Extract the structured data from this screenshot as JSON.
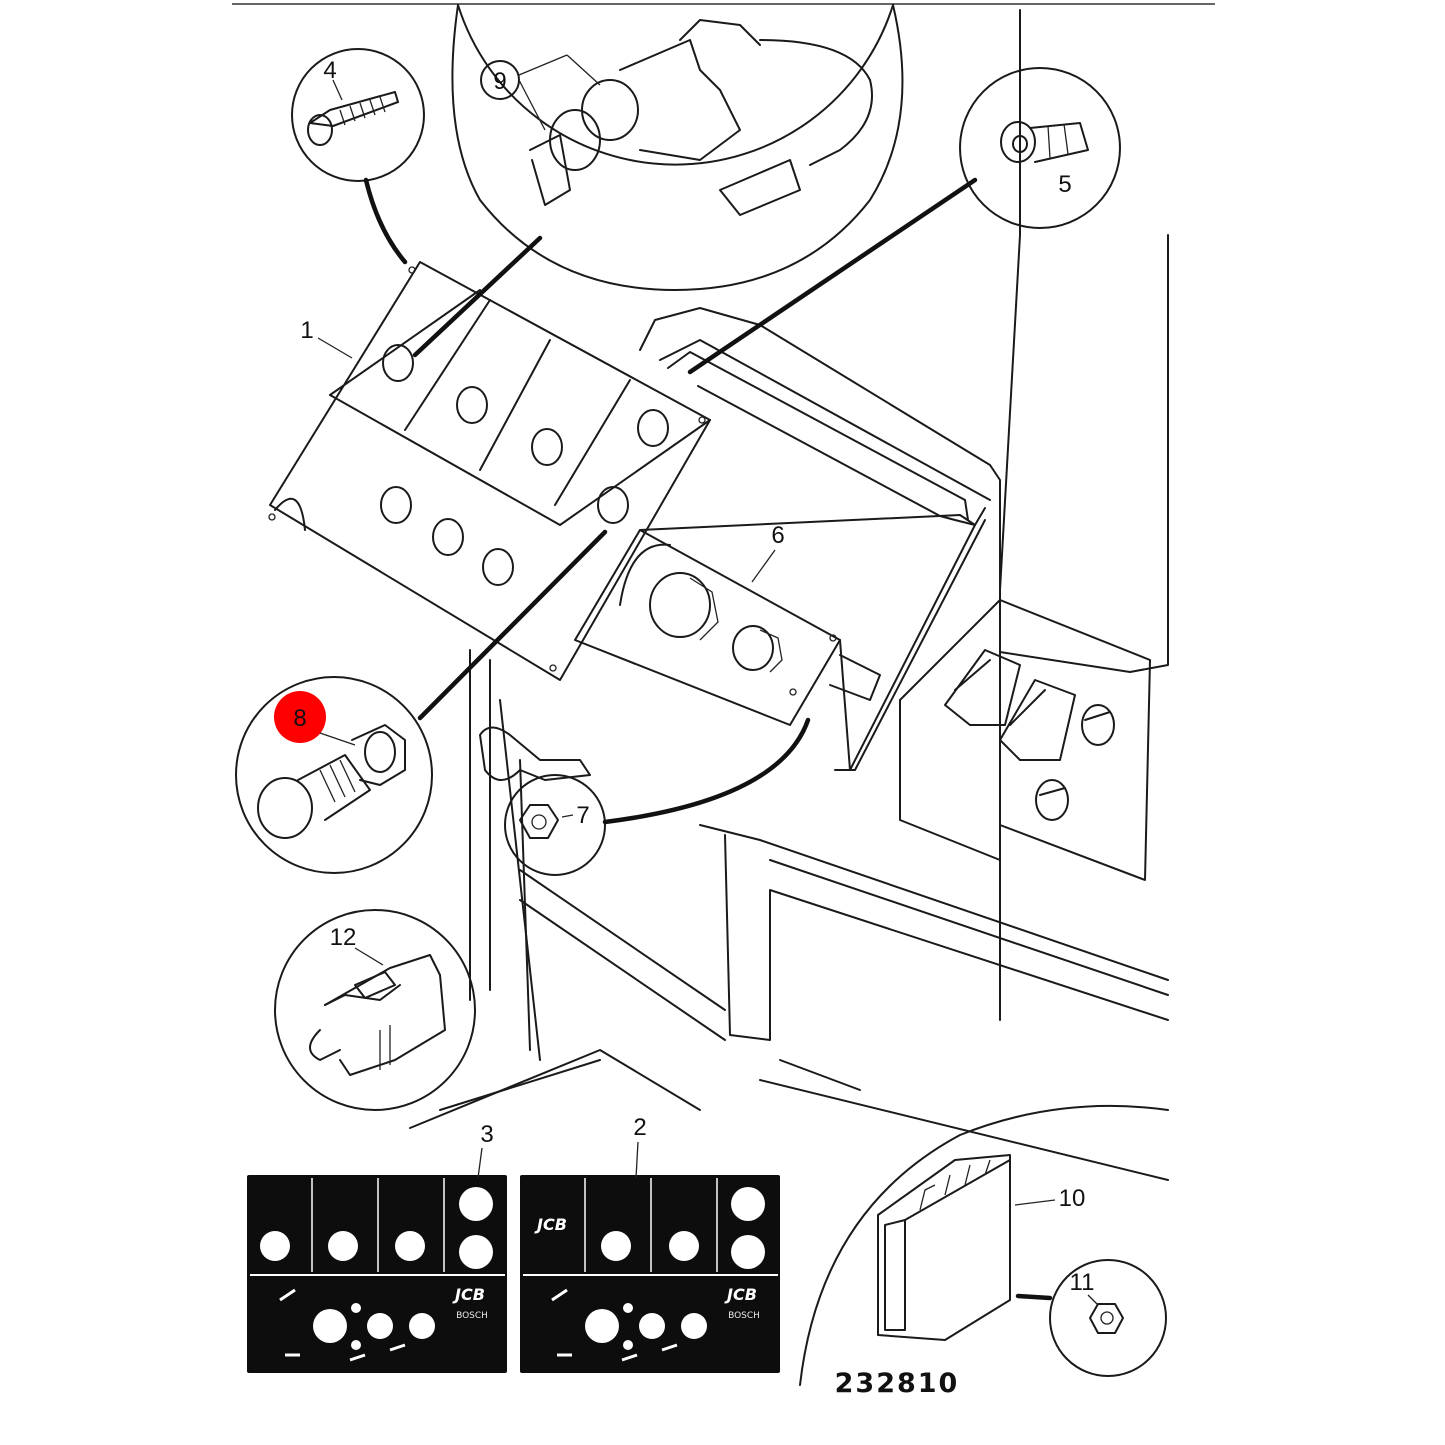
{
  "callouts": {
    "c1": "1",
    "c2": "2",
    "c3": "3",
    "c4": "4",
    "c5": "5",
    "c6": "6",
    "c7": "7",
    "c8": "8",
    "c9": "9",
    "c10": "10",
    "c11": "11",
    "c12": "12"
  },
  "highlight_color": "#ff0000",
  "drawing_number": "232810",
  "panel_labels": {
    "brand": "JCB",
    "maker": "BOSCH"
  },
  "icons": [
    "screw-icon",
    "ignition-switch-icon",
    "grommet-clip-icon",
    "push-button-icon",
    "nut-icon",
    "connector-icon",
    "control-unit-icon"
  ]
}
